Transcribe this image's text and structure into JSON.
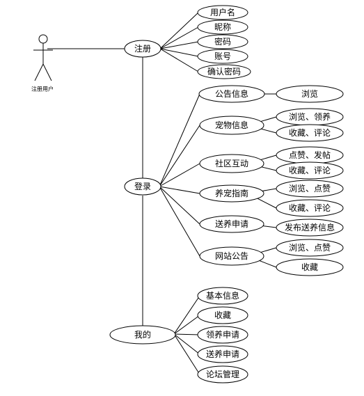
{
  "actor": {
    "label": "注册用户"
  },
  "main": {
    "register": "注册",
    "login": "登录",
    "mine": "我的"
  },
  "register_items": [
    "用户名",
    "昵称",
    "密码",
    "账号",
    "确认密码"
  ],
  "login_groups": [
    {
      "label": "公告信息",
      "children": [
        "浏览"
      ]
    },
    {
      "label": "宠物信息",
      "children": [
        "浏览、领养",
        "收藏、评论"
      ]
    },
    {
      "label": "社区互动",
      "children": [
        "点赞、发帖",
        "收藏、评论"
      ]
    },
    {
      "label": "养宠指南",
      "children": [
        "浏览、点赞",
        "收藏、评论"
      ]
    },
    {
      "label": "送养申请",
      "children": [
        "发布送养信息"
      ]
    },
    {
      "label": "网站公告",
      "children": [
        "浏览、点赞",
        "收藏"
      ]
    }
  ],
  "mine_items": [
    "基本信息",
    "收藏",
    "领养申请",
    "送养申请",
    "论坛管理"
  ]
}
